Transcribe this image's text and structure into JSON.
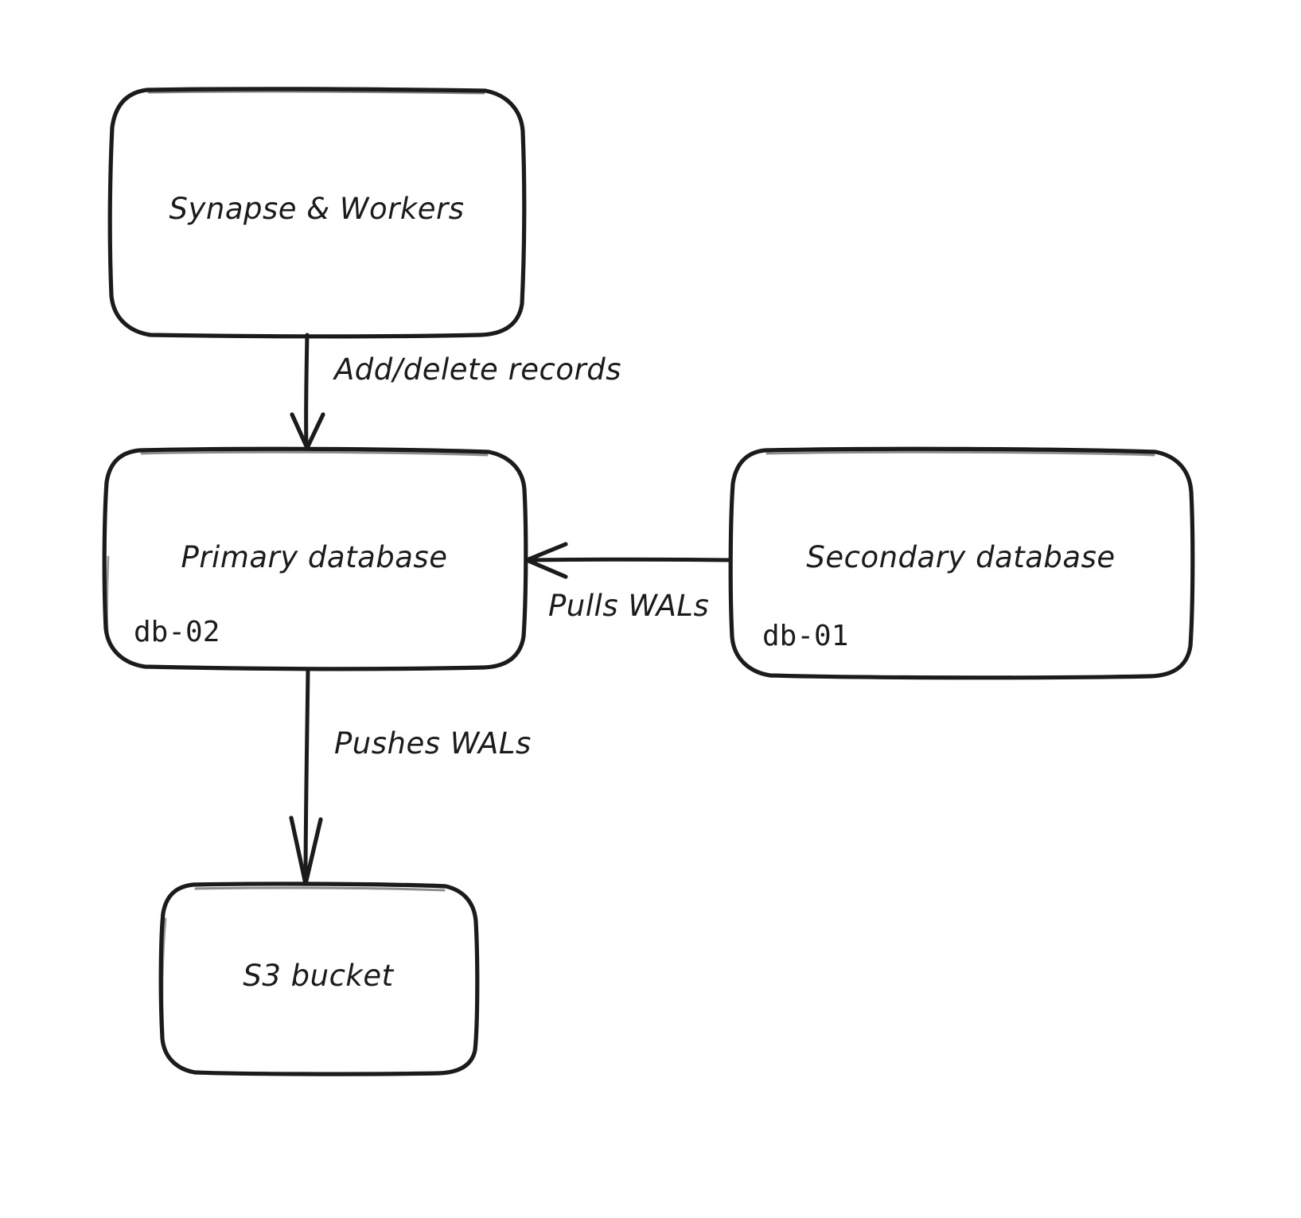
{
  "diagram": {
    "background_color": "#ffffff",
    "stroke_color": "#1b1b1b",
    "nodes": [
      {
        "id": "synapse",
        "title": "Synapse & Workers",
        "subtitle": ""
      },
      {
        "id": "primary",
        "title": "Primary database",
        "subtitle": "db-02"
      },
      {
        "id": "secondary",
        "title": "Secondary database",
        "subtitle": "db-01"
      },
      {
        "id": "s3",
        "title": "S3 bucket",
        "subtitle": ""
      }
    ],
    "edges": [
      {
        "id": "add-delete",
        "label": "Add/delete records",
        "from": "synapse",
        "to": "primary",
        "direction": "down"
      },
      {
        "id": "pulls-wals",
        "label": "Pulls WALs",
        "from": "secondary",
        "to": "primary",
        "direction": "left"
      },
      {
        "id": "pushes-wals",
        "label": "Pushes WALs",
        "from": "primary",
        "to": "s3",
        "direction": "down"
      }
    ]
  }
}
